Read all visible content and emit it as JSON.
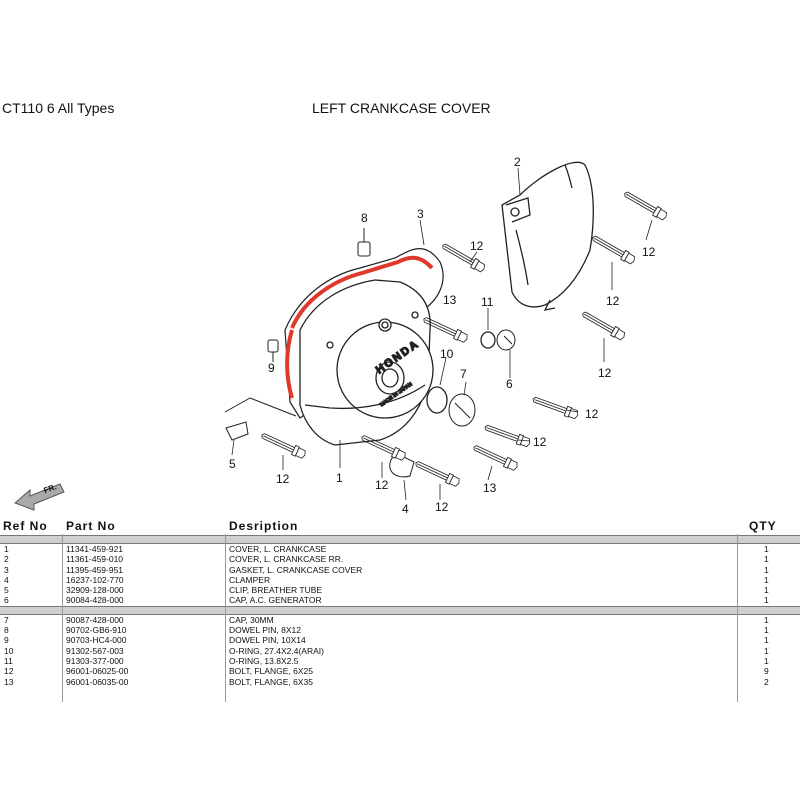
{
  "header": {
    "model": "CT110 6  All Types",
    "title": "LEFT CRANKCASE COVER"
  },
  "callouts": {
    "c1": "1",
    "c2": "2",
    "c3": "3",
    "c4": "4",
    "c5": "5",
    "c6": "6",
    "c7": "7",
    "c8": "8",
    "c9": "9",
    "c10": "10",
    "c11": "11",
    "c12a": "12",
    "c12b": "12",
    "c12c": "12",
    "c12d": "12",
    "c12e": "12",
    "c12f": "12",
    "c12g": "12",
    "c12h": "12",
    "c12i": "12",
    "c13a": "13",
    "c13b": "13"
  },
  "cover_mark": {
    "brand": "HONDA",
    "small": "MADE IN JAPAN"
  },
  "front_arrow": "FR.",
  "colors": {
    "highlight": "#e0392b",
    "band": "#cfcfcf"
  },
  "table": {
    "headers": {
      "ref": "Ref No",
      "part": "Part No",
      "desc": "Desription",
      "qty": "QTY"
    },
    "rows": [
      {
        "ref": "1",
        "part": "11341-459-921",
        "desc": "COVER, L. CRANKCASE",
        "qty": "1"
      },
      {
        "ref": "2",
        "part": "11361-459-010",
        "desc": "COVER, L. CRANKCASE RR.",
        "qty": "1"
      },
      {
        "ref": "3",
        "part": "11395-459-951",
        "desc": "GASKET, L. CRANKCASE COVER",
        "qty": "1"
      },
      {
        "ref": "4",
        "part": "16237-102-770",
        "desc": "CLAMPER",
        "qty": "1"
      },
      {
        "ref": "5",
        "part": "32909-128-000",
        "desc": "CLIP, BREATHER TUBE",
        "qty": "1"
      },
      {
        "ref": "6",
        "part": "90084-428-000",
        "desc": "CAP, A.C. GENERATOR",
        "qty": "1"
      },
      {
        "ref": "7",
        "part": "90087-428-000",
        "desc": "CAP, 30MM",
        "qty": "1"
      },
      {
        "ref": "8",
        "part": "90702-GB6-910",
        "desc": "DOWEL PIN, 8X12",
        "qty": "1"
      },
      {
        "ref": "9",
        "part": "90703-HC4-000",
        "desc": "DOWEL PIN, 10X14",
        "qty": "1"
      },
      {
        "ref": "10",
        "part": "91302-567-003",
        "desc": "O-RING, 27.4X2.4(ARAI)",
        "qty": "1"
      },
      {
        "ref": "11",
        "part": "91303-377-000",
        "desc": "O-RING, 13.8X2.5",
        "qty": "1"
      },
      {
        "ref": "12",
        "part": "96001-06025-00",
        "desc": "BOLT, FLANGE, 6X25",
        "qty": "9"
      },
      {
        "ref": "13",
        "part": "96001-06035-00",
        "desc": "BOLT, FLANGE, 6X35",
        "qty": "2"
      }
    ]
  }
}
